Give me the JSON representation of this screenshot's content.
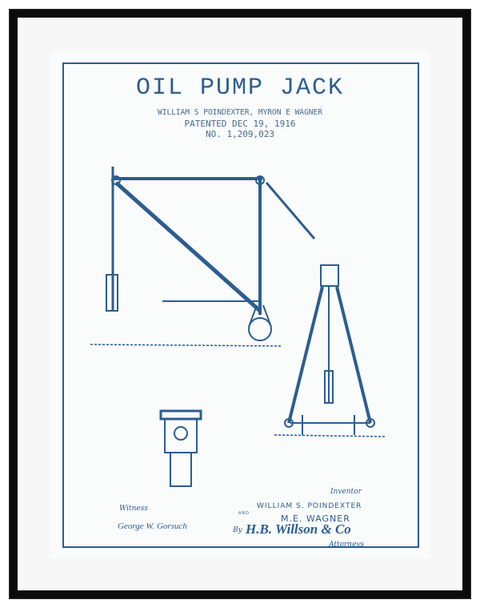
{
  "title": "OIL PUMP JACK",
  "inventors_line": "WILLIAM S POINDEXTER, MYRON E WAGNER",
  "patent_date": "PATENTED DEC 19, 1916",
  "patent_number": "NO. 1,209,023",
  "signature_block": {
    "witness_label": "Witness",
    "inventor_label": "Inventor",
    "inventor_1": "WILLIAM S. POINDEXTER",
    "and_label": "AND",
    "inventor_2": "M.E. WAGNER",
    "by_label": "By",
    "attorneys_label": "Attorneys",
    "witness_signature": "George W. Gorsuch",
    "attorney_signature": "H.B. Willson & Co"
  },
  "colors": {
    "ink": "#2c5d90",
    "frame": "#0b0b0b",
    "paper": "#fafbfb"
  }
}
